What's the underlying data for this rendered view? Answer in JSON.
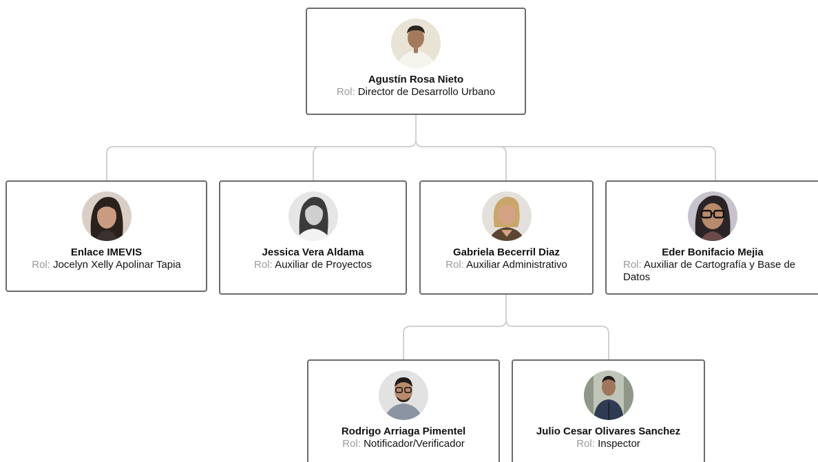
{
  "colors": {
    "card_border": "#6b6b6b",
    "connector": "#d1d1d1",
    "role_prefix": "#9a9a9a",
    "text": "#111111"
  },
  "role_prefix": "Rol:",
  "people": {
    "director": {
      "name": "Agustín Rosa Nieto",
      "role": "Director de Desarrollo Urbano",
      "avatar": "photo-man-white-shirt"
    },
    "enlace": {
      "name": "Enlace IMEVIS",
      "role": "Jocelyn Xelly Apolinar Tapia",
      "avatar": "photo-young-woman"
    },
    "jessica": {
      "name": "Jessica Vera Aldama",
      "role": "Auxiliar de Proyectos",
      "avatar": "photo-woman-grayscale"
    },
    "gabriela": {
      "name": "Gabriela Becerril Diaz",
      "role": "Auxiliar Administrativo",
      "avatar": "photo-woman-blonde"
    },
    "eder": {
      "name": "Eder Bonifacio Mejia",
      "role": "Auxiliar de Cartografía y Base de Datos",
      "avatar": "photo-woman-glasses"
    },
    "rodrigo": {
      "name": "Rodrigo Arriaga Pimentel",
      "role": "Notificador/Verificador",
      "avatar": "photo-man-glasses"
    },
    "julio": {
      "name": "Julio Cesar Olivares Sanchez",
      "role": "Inspector",
      "avatar": "photo-man-jacket"
    }
  }
}
